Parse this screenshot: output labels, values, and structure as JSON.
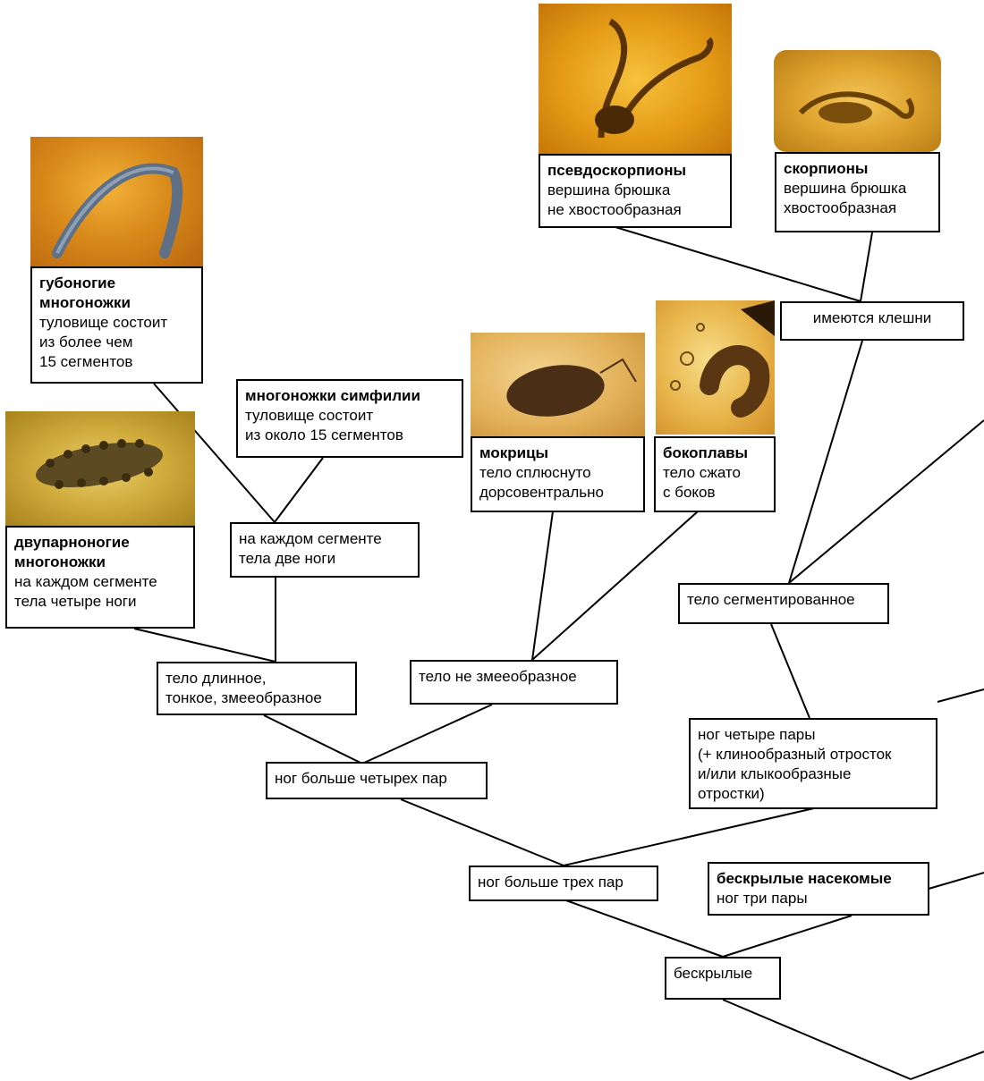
{
  "nodes": {
    "centipedes": {
      "title": "губоногие\nмногоножки",
      "desc": "туловище состоит\nиз более чем\n15 сегментов"
    },
    "symphyla": {
      "title": "многоножки симфилии",
      "desc": "туловище состоит\nиз около 15 сегментов"
    },
    "millipedes": {
      "title": "двупарноногие\nмногоножки",
      "desc": "на каждом сегменте\nтела четыре ноги"
    },
    "two_legs": {
      "desc": "на каждом сегменте\nтела две ноги"
    },
    "long_body": {
      "desc": "тело длинное,\nтонкое, змееобразное"
    },
    "woodlice": {
      "title": "мокрицы",
      "desc": "тело сплюснуто\nдорсовентрально"
    },
    "amphipods": {
      "title": "бокоплавы",
      "desc": "тело сжато\nс боков"
    },
    "not_snake": {
      "desc": "тело не змееобразное"
    },
    "more_four_pairs": {
      "desc": "ног больше четырех пар"
    },
    "pseudoscorpions": {
      "title": "псевдоскорпионы",
      "desc": "вершина брюшка\nне  хвостообразная"
    },
    "scorpions": {
      "title": "скорпионы",
      "desc": "вершина брюшка\nхвостообразная"
    },
    "claws": {
      "desc": "имеются клешни"
    },
    "segmented": {
      "desc": "тело сегментированное"
    },
    "four_pairs": {
      "desc": "ног четыре пары\n(+ клинообразный отросток\nи/или клыкообразные\nотростки)"
    },
    "more_three_pairs": {
      "desc": "ног больше трех пар"
    },
    "wingless_insects": {
      "title": "бескрылые насекомые",
      "desc": "ног три пары"
    },
    "wingless": {
      "desc": "бескрылые"
    }
  },
  "photos": [
    {
      "id": "centipede-photo",
      "subject": "centipede in amber"
    },
    {
      "id": "millipede-photo",
      "subject": "millipede in amber"
    },
    {
      "id": "woodlouse-photo",
      "subject": "woodlouse in amber"
    },
    {
      "id": "amphipod-photo",
      "subject": "amphipod in amber"
    },
    {
      "id": "pseudoscorpion-photo",
      "subject": "pseudoscorpion in amber"
    },
    {
      "id": "scorpion-photo",
      "subject": "scorpion in amber"
    }
  ],
  "colors": {
    "line": "#000000",
    "box_border": "#000000",
    "background": "#ffffff",
    "amber": "#e49a16"
  }
}
